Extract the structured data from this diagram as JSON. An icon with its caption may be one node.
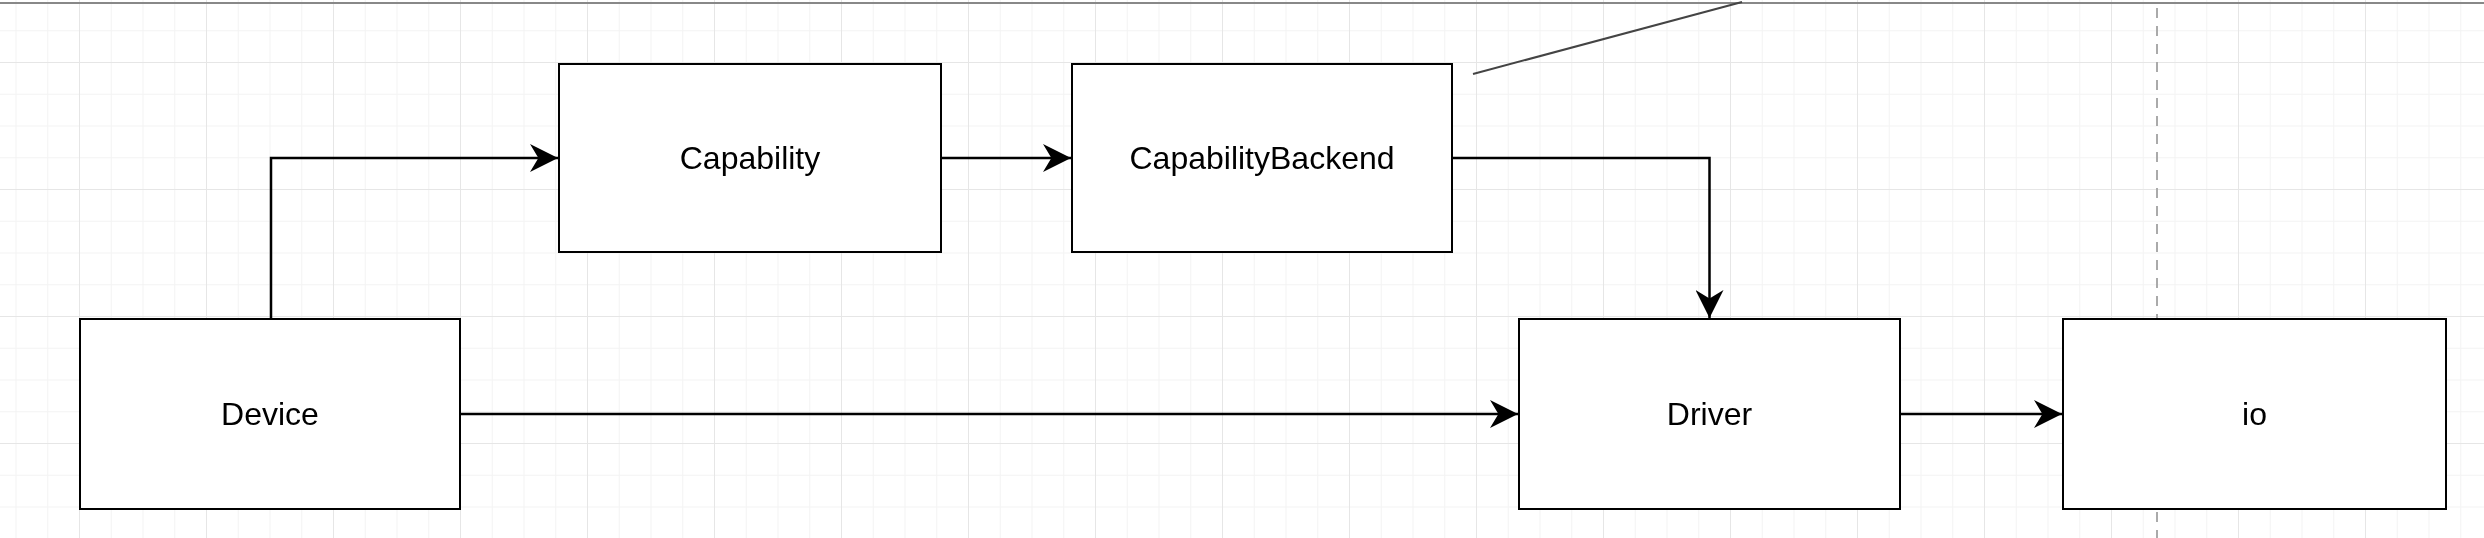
{
  "diagram": {
    "nodes": [
      {
        "text": [
          "Capability"
        ]
      },
      {
        "text": [
          "CapabilityBackend"
        ]
      },
      {
        "text": [
          "Device"
        ]
      },
      {
        "text": [
          "Driver"
        ]
      },
      {
        "text": [
          "io"
        ]
      }
    ],
    "edges": [
      {
        "from": 2,
        "to": 0,
        "arrow": "to"
      },
      {
        "from": 0,
        "to": 1,
        "arrow": "to"
      },
      {
        "from": 1,
        "to": 3,
        "arrow": "to"
      },
      {
        "from": 2,
        "to": 3,
        "arrow": "to"
      },
      {
        "from": 3,
        "to": 4,
        "arrow": "to"
      }
    ]
  }
}
